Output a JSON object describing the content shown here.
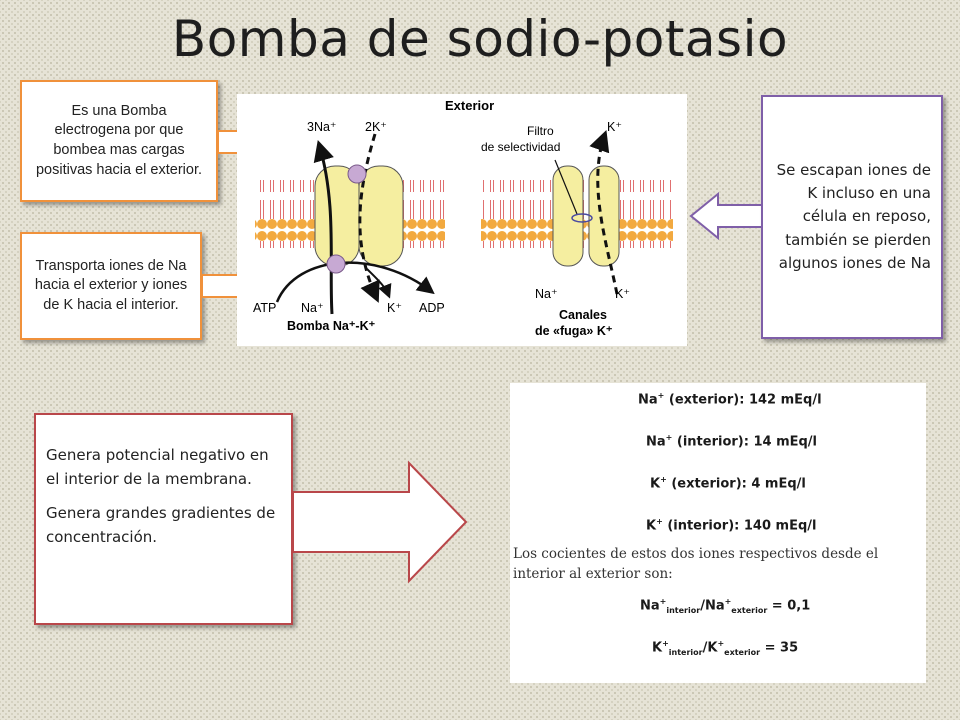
{
  "title": "Bomba de sodio-potasio",
  "callouts": {
    "top_left": "Es una Bomba electrogena por que bombea mas cargas positivas hacia el exterior.",
    "mid_left": "Transporta iones de Na hacia el exterior y iones de K hacia el interior.",
    "right": "Se escapan iones de K incluso en una célula en reposo, también se pierden algunos iones de Na",
    "bottom_p1": "Genera potencial negativo en el interior de la membrana.",
    "bottom_p2": "Genera grandes gradientes de concentración."
  },
  "diagram": {
    "exterior": "Exterior",
    "na3": "3Na⁺",
    "k2": "2K⁺",
    "filtro1": "Filtro",
    "filtro2": "de selectividad",
    "k_top": "K⁺",
    "atp": "ATP",
    "na_bottom": "Na⁺",
    "k_bottom": "K⁺",
    "adp": "ADP",
    "pump_label": "Bomba Na⁺-K⁺",
    "na_right": "Na⁺",
    "k_right": "K⁺",
    "canales1": "Canales",
    "canales2": "de «fuga» K⁺"
  },
  "concentrations": {
    "na_ext_sym": "Na",
    "na_ext_rest": "(exterior): 142 mEq/l",
    "na_int_sym": "Na",
    "na_int_rest": "(interior): 14 mEq/l",
    "k_ext_sym": "K",
    "k_ext_rest": "(exterior): 4 mEq/l",
    "k_int_sym": "K",
    "k_int_rest": "(interior): 140 mEq/l",
    "plus": "+",
    "sentence": "Los cocientes de estos dos iones respectivos desde el interior al exterior son:",
    "ratio_na_base": "Na",
    "sub_interior": "interior",
    "sub_exterior": "exterior",
    "slash": "/",
    "ratio_na_value": "= 0,1",
    "ratio_k_base": "K",
    "ratio_k_value": "= 35"
  },
  "colors": {
    "orange": "#f0913b",
    "purple": "#7f5fa8",
    "red": "#b9474a",
    "lipid_head": "#f2a93f",
    "protein": "#f5eea0",
    "ion": "#c7a9d3"
  }
}
